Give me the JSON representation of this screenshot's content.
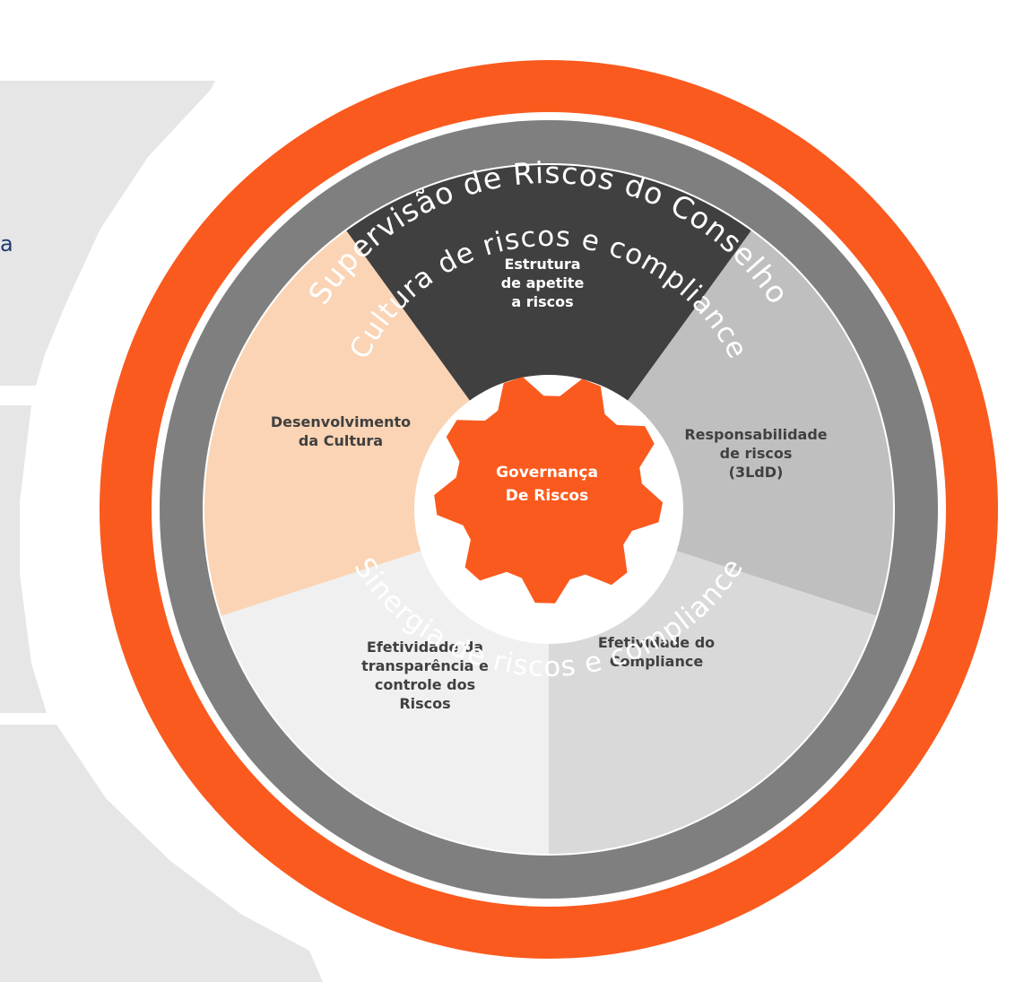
{
  "side_fragment": "a",
  "rings": {
    "outer_top": "Supervisão de Riscos do Conselho",
    "middle_top": "Cultura de riscos e compliance",
    "middle_bottom": "Sinergia de riscos e compliance"
  },
  "center": {
    "line1": "Governança",
    "line2": "De Riscos"
  },
  "segments": [
    {
      "lines": [
        "Estrutura",
        "de apetite",
        "a riscos"
      ]
    },
    {
      "lines": [
        "Responsabilidade",
        "de riscos",
        "(3LdD)"
      ]
    },
    {
      "lines": [
        "Efetividade do",
        "Compliance"
      ]
    },
    {
      "lines": [
        "Efetividade da",
        "transparência e",
        "controle dos",
        "Riscos"
      ]
    },
    {
      "lines": [
        "Desenvolvimento",
        "da Cultura"
      ]
    }
  ],
  "colors": {
    "orange": "#fa5a1e",
    "gray_ring": "#7f7f7f",
    "panel_gray": "#e6e6e6",
    "seg_dark": "#404040",
    "seg_mid": "#bfbfbf",
    "seg_light": "#d9d9d9",
    "seg_lighter": "#f0f0f0",
    "seg_peach": "#fad4b4",
    "text_navy": "#1f3b6e"
  }
}
